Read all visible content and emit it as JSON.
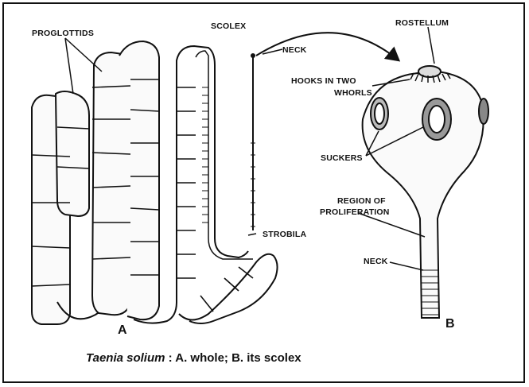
{
  "labels": {
    "proglottids": "PROGLOTTIDS",
    "scolex": "SCOLEX",
    "neck_top": "NECK",
    "rostellum": "ROSTELLUM",
    "hooks_1": "HOOKS IN TWO",
    "hooks_2": "WHORLS",
    "suckers": "SUCKERS",
    "region_1": "REGION OF",
    "region_2": "PROLIFERATION",
    "strobila": "STROBILA",
    "neck_bottom": "NECK",
    "panel_a": "A",
    "panel_b": "B"
  },
  "caption": {
    "species": "Taenia solium",
    "rest": " : A. whole; B. its scolex"
  }
}
